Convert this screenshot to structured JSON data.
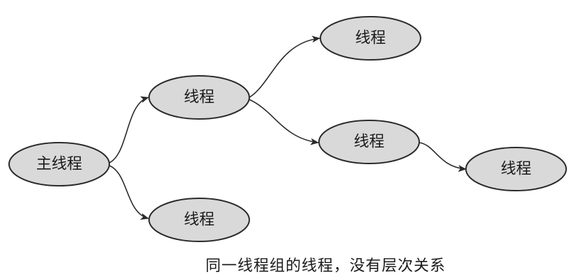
{
  "nodes": {
    "main": "主线程",
    "child_upper": "线程",
    "child_lower": "线程",
    "grandchild_top": "线程",
    "grandchild_middle": "线程",
    "great_grandchild": "线程"
  },
  "caption": "同一线程组的线程，没有层次关系",
  "colors": {
    "node_fill": "#d9d9d9",
    "stroke": "#2a2a2a"
  }
}
